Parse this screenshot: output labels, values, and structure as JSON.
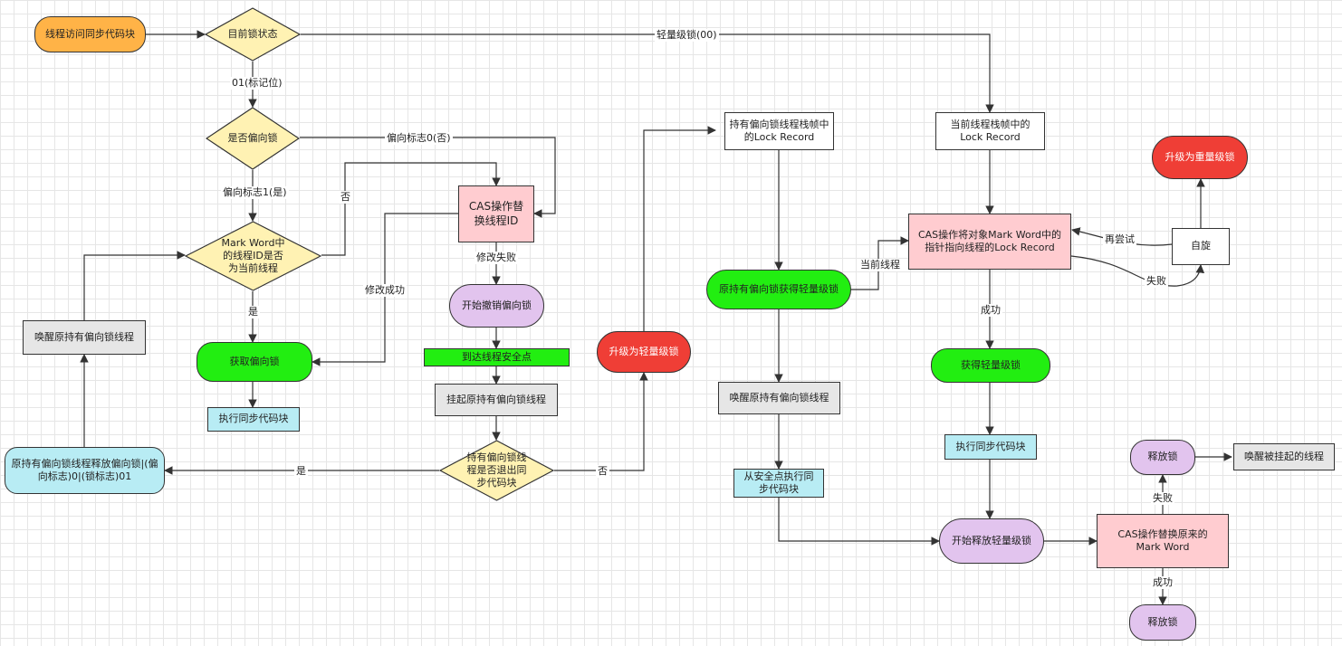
{
  "nodes": {
    "start": "线程访问同步代码块",
    "lock_state": "目前锁状态",
    "is_biased": "是否偏向锁",
    "mw_thread_id": "Mark Word中的线程ID是否为当前线程",
    "cas_replace_tid": "CAS操作替换线程ID",
    "acquire_biased": "获取偏向锁",
    "exec_sync_1": "执行同步代码块",
    "wake_biased_holder": "唤醒原持有偏向锁线程",
    "revoke_start": "开始撤销偏向锁",
    "safepoint": "到达线程安全点",
    "suspend_holder": "挂起原持有偏向锁线程",
    "holder_exited": "持有偏向锁线程是否退出同步代码块",
    "release_biased": "原持有偏向锁线程释放偏向锁|(偏向标志)0|(锁标志)01",
    "upgrade_light": "升级为轻量级锁",
    "holder_frame_record": "持有偏向锁线程栈帧中的Lock Record",
    "holder_gets_light": "原持有偏向锁获得轻量级锁",
    "wake_holder_2": "唤醒原持有偏向锁线程",
    "resume_from_safepoint": "从安全点执行同步代码块",
    "cur_frame_record": "当前线程栈帧中的Lock Record",
    "cas_mark_word": "CAS操作将对象Mark Word中的指针指向线程的Lock Record",
    "get_light": "获得轻量级锁",
    "exec_sync_2": "执行同步代码块",
    "upgrade_heavy": "升级为重量级锁",
    "spin": "自旋",
    "release_light_start": "开始释放轻量级锁",
    "cas_restore": "CAS操作替换原来的Mark Word",
    "release_lock_1": "释放锁",
    "release_lock_2": "释放锁",
    "wake_suspended": "唤醒被挂起的线程"
  },
  "edge_labels": {
    "lightweight_00": "轻量级锁(00)",
    "flag_01": "01(标记位)",
    "biased_flag_0": "偏向标志0(否)",
    "biased_flag_1": "偏向标志1(是)",
    "no_1": "否",
    "yes_1": "是",
    "modify_success": "修改成功",
    "modify_fail": "修改失败",
    "yes_2": "是",
    "no_2": "否",
    "current_thread": "当前线程",
    "retry": "再尝试",
    "fail_1": "失败",
    "success_1": "成功",
    "fail_2": "失败",
    "success_2": "成功"
  },
  "colors": {
    "start": "#ffb347",
    "decision": "#fff2b3",
    "heavy_red": "#ef3e36",
    "green": "#22ee11",
    "purple": "#e2c4ee",
    "pink": "#ffccd0",
    "gray": "#e6e6e6",
    "cyan": "#b8ecf4",
    "line": "#333333"
  }
}
